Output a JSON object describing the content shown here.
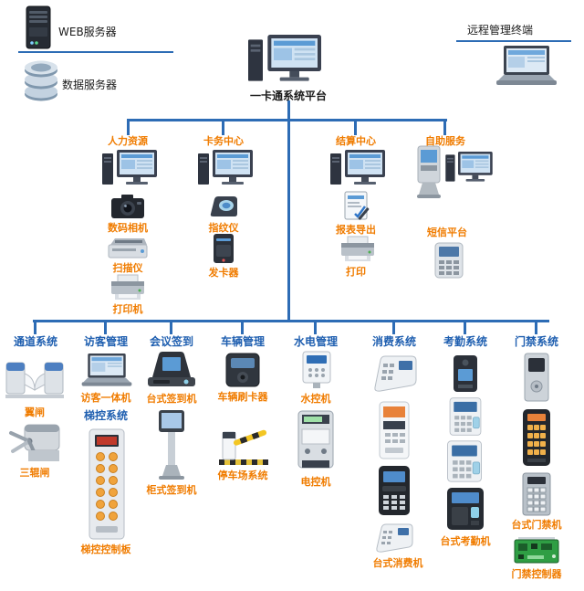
{
  "colors": {
    "line_blue": "#2d6cb5",
    "category_blue": "#1f5fb0",
    "label_orange": "#f07c00",
    "text_black": "#1a1a1a"
  },
  "top": {
    "web_server": "WEB服务器",
    "data_server": "数据服务器",
    "platform": "一卡通系统平台",
    "remote_terminal": "远程管理终端"
  },
  "middle": {
    "hr": {
      "label": "人力资源",
      "camera": "数码相机",
      "scanner": "扫描仪",
      "printer": "打印机"
    },
    "card_center": {
      "label": "卡务中心",
      "fingerprint": "指纹仪",
      "card_issuer": "发卡器"
    },
    "settlement": {
      "label": "结算中心",
      "report_export": "报表导出",
      "print": "打印"
    },
    "self_service": {
      "label": "自助服务",
      "sms_platform": "短信平台"
    }
  },
  "bottom": {
    "channel": {
      "label": "通道系统",
      "wing_gate": "翼闸",
      "tripod_gate": "三辊闸"
    },
    "visitor": {
      "label": "访客管理",
      "visitor_machine": "访客一体机",
      "elevator_system": "梯控系统",
      "elevator_board": "梯控控制板"
    },
    "meeting": {
      "label": "会议签到",
      "desktop_signin": "台式签到机",
      "cabinet_signin": "柜式签到机"
    },
    "vehicle": {
      "label": "车辆管理",
      "card_reader": "车辆刷卡器",
      "parking_system": "停车场系统"
    },
    "utility": {
      "label": "水电管理",
      "water_controller": "水控机",
      "power_controller": "电控机"
    },
    "consumption": {
      "label": "消费系统",
      "desktop_pos": "台式消费机"
    },
    "attendance": {
      "label": "考勤系统",
      "desktop_attendance": "台式考勤机"
    },
    "access": {
      "label": "门禁系统",
      "desktop_access": "台式门禁机",
      "access_controller": "门禁控制器"
    }
  }
}
